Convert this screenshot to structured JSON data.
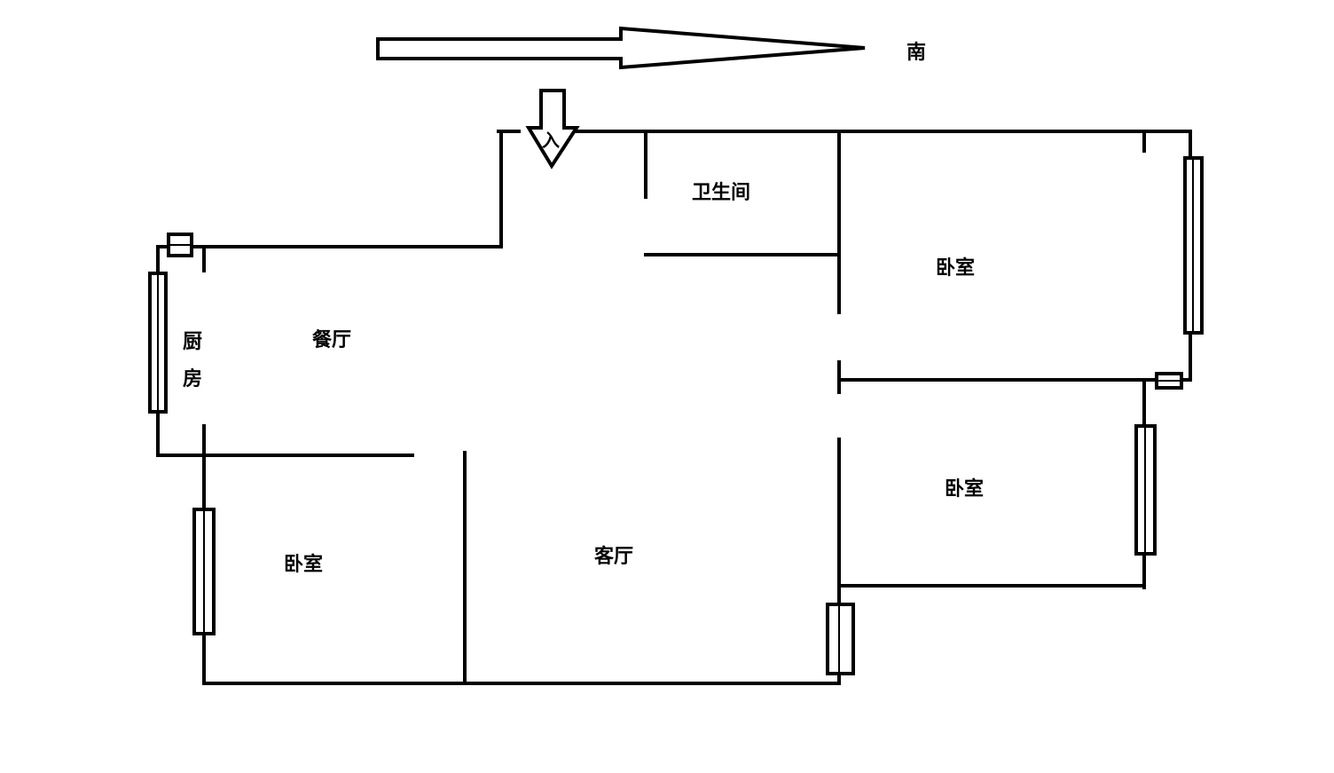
{
  "compass": {
    "direction_label": "南"
  },
  "entrance": {
    "label": "入"
  },
  "rooms": {
    "bathroom": "卫生间",
    "bedroom_top_right": "卧室",
    "kitchen_line1": "厨",
    "kitchen_line2": "房",
    "dining": "餐厅",
    "bedroom_middle_right": "卧室",
    "bedroom_bottom_left": "卧室",
    "living": "客厅"
  },
  "colors": {
    "line": "#000000",
    "background": "#ffffff"
  }
}
